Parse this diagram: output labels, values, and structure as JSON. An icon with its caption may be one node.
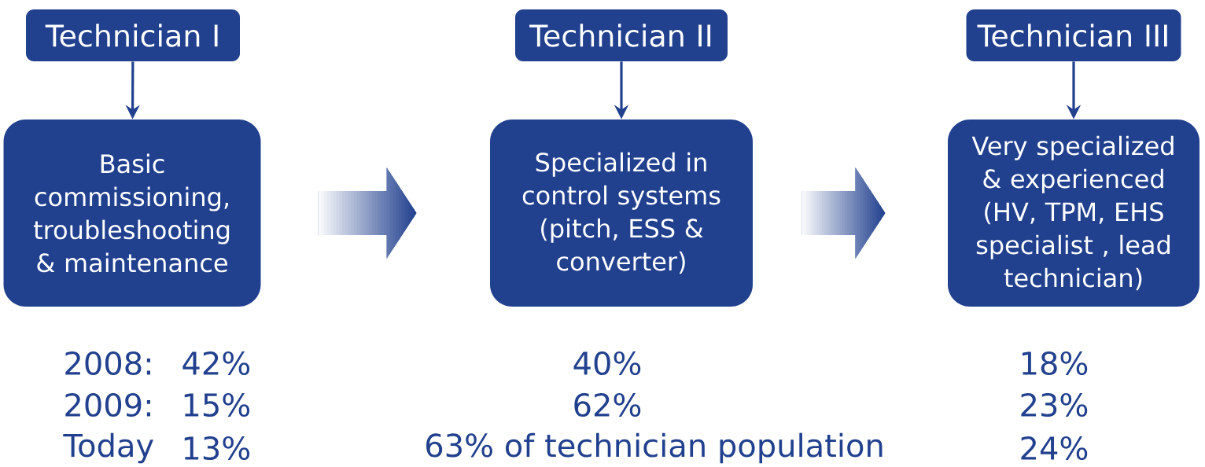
{
  "diagram": {
    "nodes": [
      {
        "text": [
          "Technician I"
        ]
      },
      {
        "text": [
          "Basic commissioning, troubleshooting & maintenance"
        ]
      },
      {
        "text": [
          "Technician II"
        ]
      },
      {
        "text": [
          "Specialized in control systems (pitch, ESS & converter)"
        ]
      },
      {
        "text": [
          "Technician III"
        ]
      },
      {
        "text": [
          "Very specialized & experienced (HV, TPM, EHS specialist , lead technician)"
        ]
      }
    ],
    "edges": [
      {
        "from": 0,
        "to": 1,
        "arrow": "to"
      },
      {
        "from": 2,
        "to": 3,
        "arrow": "to"
      },
      {
        "from": 4,
        "to": 5,
        "arrow": "to"
      },
      {
        "from": 1,
        "to": 3,
        "arrow": "to",
        "style": "thick"
      },
      {
        "from": 3,
        "to": 5,
        "arrow": "to",
        "style": "thick"
      }
    ],
    "labels": [
      "2008:",
      "42%",
      "40%",
      "18%",
      "2009:",
      "15%",
      "62%",
      "23%",
      "Today",
      "13%",
      "63% of technician population",
      "24%"
    ]
  }
}
